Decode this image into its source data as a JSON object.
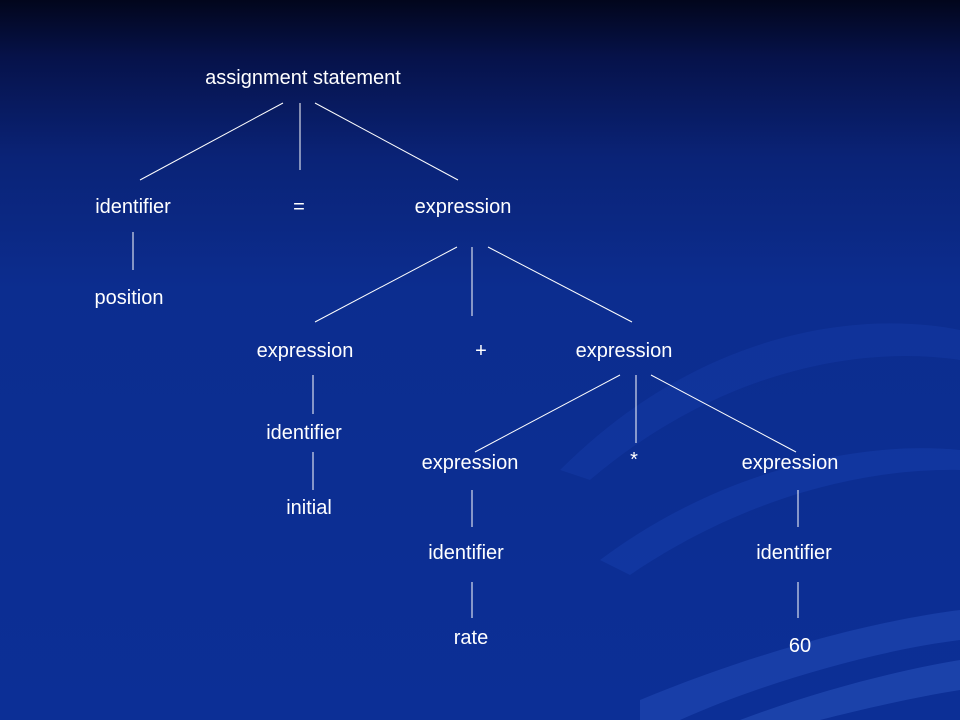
{
  "colors": {
    "background": "#0c2d8f",
    "line": "#ffffff",
    "text": "#ffffff"
  },
  "tree": {
    "root": "assignment statement",
    "l1_identifier": "identifier",
    "l1_equals": "=",
    "l1_expression": "expression",
    "position": "position",
    "l2_expression_left": "expression",
    "l2_plus": "+",
    "l2_expression_right": "expression",
    "identifier_initial": "identifier",
    "initial": "initial",
    "l3_expression_left": "expression",
    "l3_star": "*",
    "l3_expression_right": "expression",
    "identifier_rate": "identifier",
    "identifier_60": "identifier",
    "rate": "rate",
    "sixty": "60"
  }
}
